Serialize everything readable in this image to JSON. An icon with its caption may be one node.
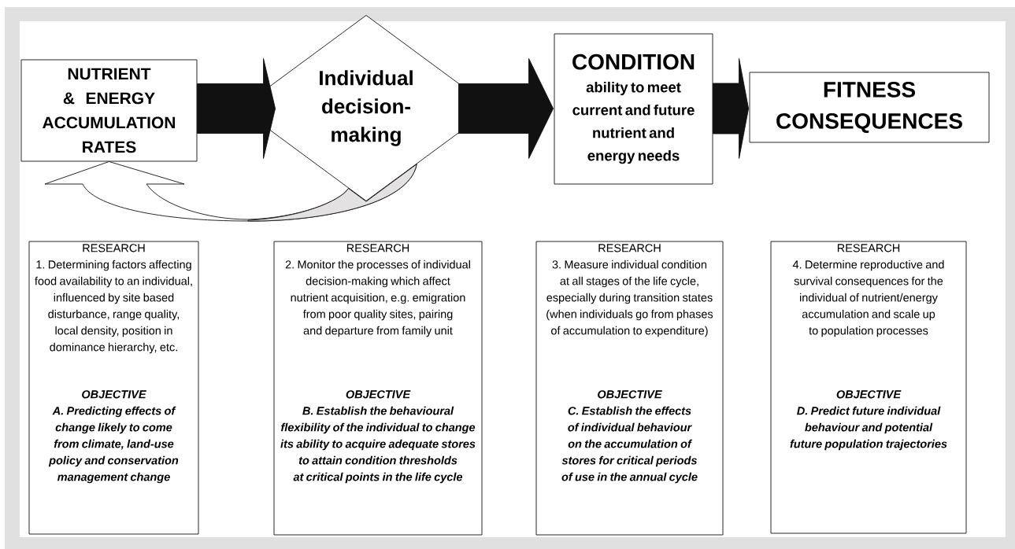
{
  "diagram": {
    "nodes": [
      {
        "text": [
          "NUTRIENT & ENERGY ACCUMULATION RATES"
        ]
      },
      {
        "text": [
          "Individual decision-making"
        ]
      },
      {
        "text": [
          "CONDITION",
          "ability to meet current and future nutrient and energy needs"
        ]
      },
      {
        "text": [
          "FITNESS CONSEQUENCES"
        ]
      },
      {
        "text": [
          "RESEARCH",
          "1. Determining factors affecting food availability to an individual, influenced by site based disturbance, range quality, local density, position in dominance hierarchy, etc.",
          "OBJECTIVE",
          "A. Predicting effects of change likely to come from climate, land-use policy and conservation management change"
        ]
      },
      {
        "text": [
          "RESEARCH",
          "2. Monitor the processes of individual decision-making which affect nutrient acquisition, e.g. emigration from poor quality sites, pairing and departure from family unit",
          "OBJECTIVE",
          "B. Establish the behavioural flexibility of the individual to change its ability to acquire adequate stores to attain condition thresholds at critical points in the life cycle"
        ]
      },
      {
        "text": [
          "RESEARCH",
          "3. Measure individual condition at all stages of the life cycle, especially during transition states (when individuals go from phases of accumulation to expenditure)",
          "OBJECTIVE",
          "C. Establish the effects of individual behaviour on the accumulation of stores for critical periods of use in the annual cycle"
        ]
      },
      {
        "text": [
          "RESEARCH",
          "4. Determine reproductive and survival consequences for the individual of nutrient/energy accumulation and scale up to population processes",
          "OBJECTIVE",
          "D. Predict future individual behaviour and potential future population trajectories"
        ]
      }
    ],
    "edges": [
      {
        "from": 0,
        "to": 1,
        "arrow": "to"
      },
      {
        "from": 1,
        "to": 2,
        "arrow": "to"
      },
      {
        "from": 2,
        "to": 3,
        "arrow": "to"
      },
      {
        "from": 1,
        "to": 0,
        "arrow": "to"
      }
    ]
  }
}
